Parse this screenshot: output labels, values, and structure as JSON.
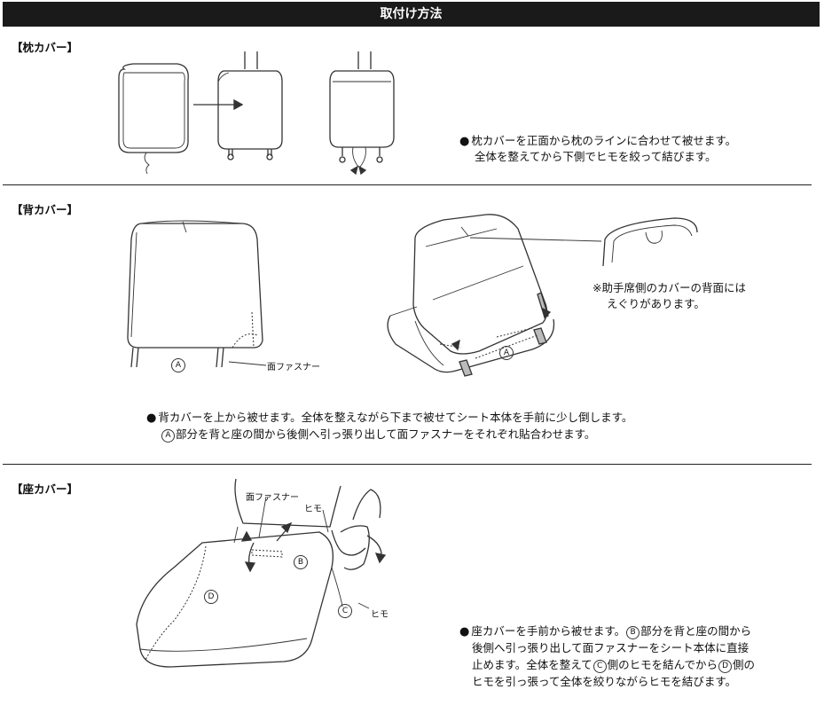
{
  "title": "取付け方法",
  "sections": {
    "pillow": {
      "label": "【枕カバー】",
      "note_line1": "枕カバーを正面から枕のラインに合わせて被せます。",
      "note_line2": "全体を整えてから下側でヒモを絞って結びます。"
    },
    "back": {
      "label": "【背カバー】",
      "callout_fastener": "面ファスナー",
      "mark_a": "A",
      "callout_note_line1": "※助手席側のカバーの背面には",
      "callout_note_line2": "えぐりがあります。",
      "note_line1": "背カバーを上から被せます。全体を整えながら下まで被せてシート本体を手前に少し倒します。",
      "note_line2_mark": "A",
      "note_line2": "部分を背と座の間から後側へ引っ張り出して面ファスナーをそれぞれ貼合わせます。"
    },
    "seat": {
      "label": "【座カバー】",
      "callout_fastener": "面ファスナー",
      "callout_string_top": "ヒモ",
      "callout_string_bottom": "ヒモ",
      "mark_b": "B",
      "mark_c": "C",
      "mark_d": "D",
      "note_line1_a": "座カバーを手前から被せます。",
      "note_line1_mark": "B",
      "note_line1_b": "部分を背と座の間から",
      "note_line2": "後側へ引っ張り出して面ファスナーをシート本体に直接",
      "note_line3_a": "止めます。全体を整えて",
      "note_line3_mark1": "C",
      "note_line3_b": "側のヒモを結んでから",
      "note_line3_mark2": "D",
      "note_line3_c": "側の",
      "note_line4": "ヒモを引っ張って全体を絞りながらヒモを結びます。"
    }
  }
}
